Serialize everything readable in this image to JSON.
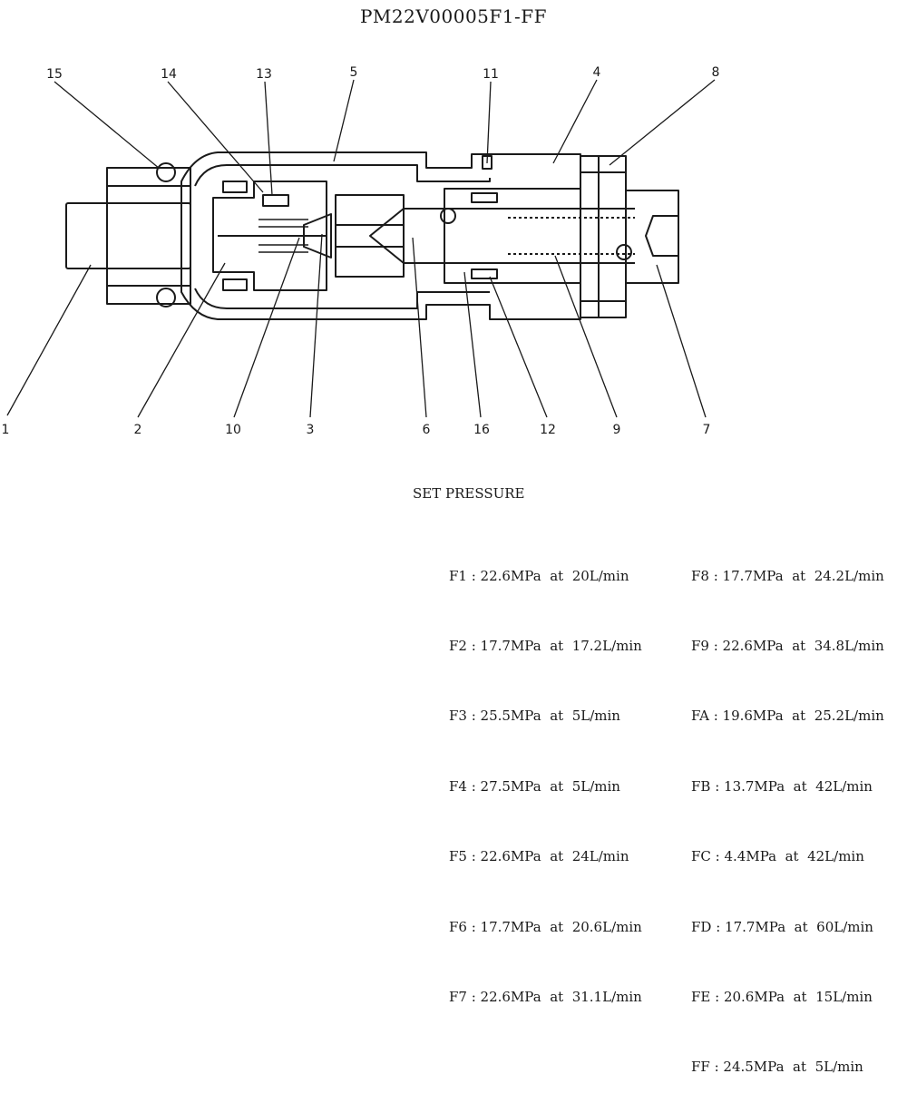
{
  "title": "PM22V00005F1-FF",
  "callouts": {
    "c1": "1",
    "c2": "2",
    "c3": "3",
    "c4": "4",
    "c5": "5",
    "c6": "6",
    "c7": "7",
    "c8": "8",
    "c9": "9",
    "c10": "10",
    "c11": "11",
    "c12": "12",
    "c13": "13",
    "c14": "14",
    "c15": "15",
    "c16": "16"
  },
  "set_pressure": {
    "heading": "SET PRESSURE",
    "left": [
      "F1 : 22.6MPa  at  20L/min",
      "F2 : 17.7MPa  at  17.2L/min",
      "F3 : 25.5MPa  at  5L/min",
      "F4 : 27.5MPa  at  5L/min",
      "F5 : 22.6MPa  at  24L/min",
      "F6 : 17.7MPa  at  20.6L/min",
      "F7 : 22.6MPa  at  31.1L/min"
    ],
    "right": [
      "F8 : 17.7MPa  at  24.2L/min",
      "F9 : 22.6MPa  at  34.8L/min",
      "FA : 19.6MPa  at  25.2L/min",
      "FB : 13.7MPa  at  42L/min",
      "FC : 4.4MPa  at  42L/min",
      "FD : 17.7MPa  at  60L/min",
      "FE : 20.6MPa  at  15L/min",
      "FF : 24.5MPa  at  5L/min"
    ]
  }
}
